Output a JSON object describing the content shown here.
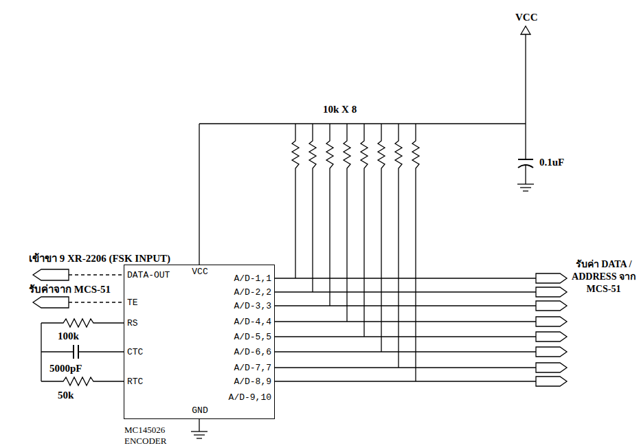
{
  "diagram": {
    "nodes": [
      {
        "text": [
          "VCC",
          "DATA-OUT",
          "TE",
          "RS",
          "CTC",
          "RTC",
          "A/D-1,1",
          "A/D-2,2",
          "A/D-3,3",
          "A/D-4,4",
          "A/D-5,5",
          "A/D-6,6",
          "A/D-7,7",
          "A/D-8,9",
          "A/D-9,10",
          "GND",
          "MC145026",
          "ENCODER"
        ]
      }
    ],
    "labels": [
      "VCC",
      "10k X 8",
      "0.1uF",
      "เข้าขา 9 XR-2206 (FSK INPUT)",
      "รับค่าจาก MCS-51",
      "100k",
      "5000pF",
      "50k",
      "รับค่า DATA / ADDRESS จาก MCS-51"
    ]
  }
}
